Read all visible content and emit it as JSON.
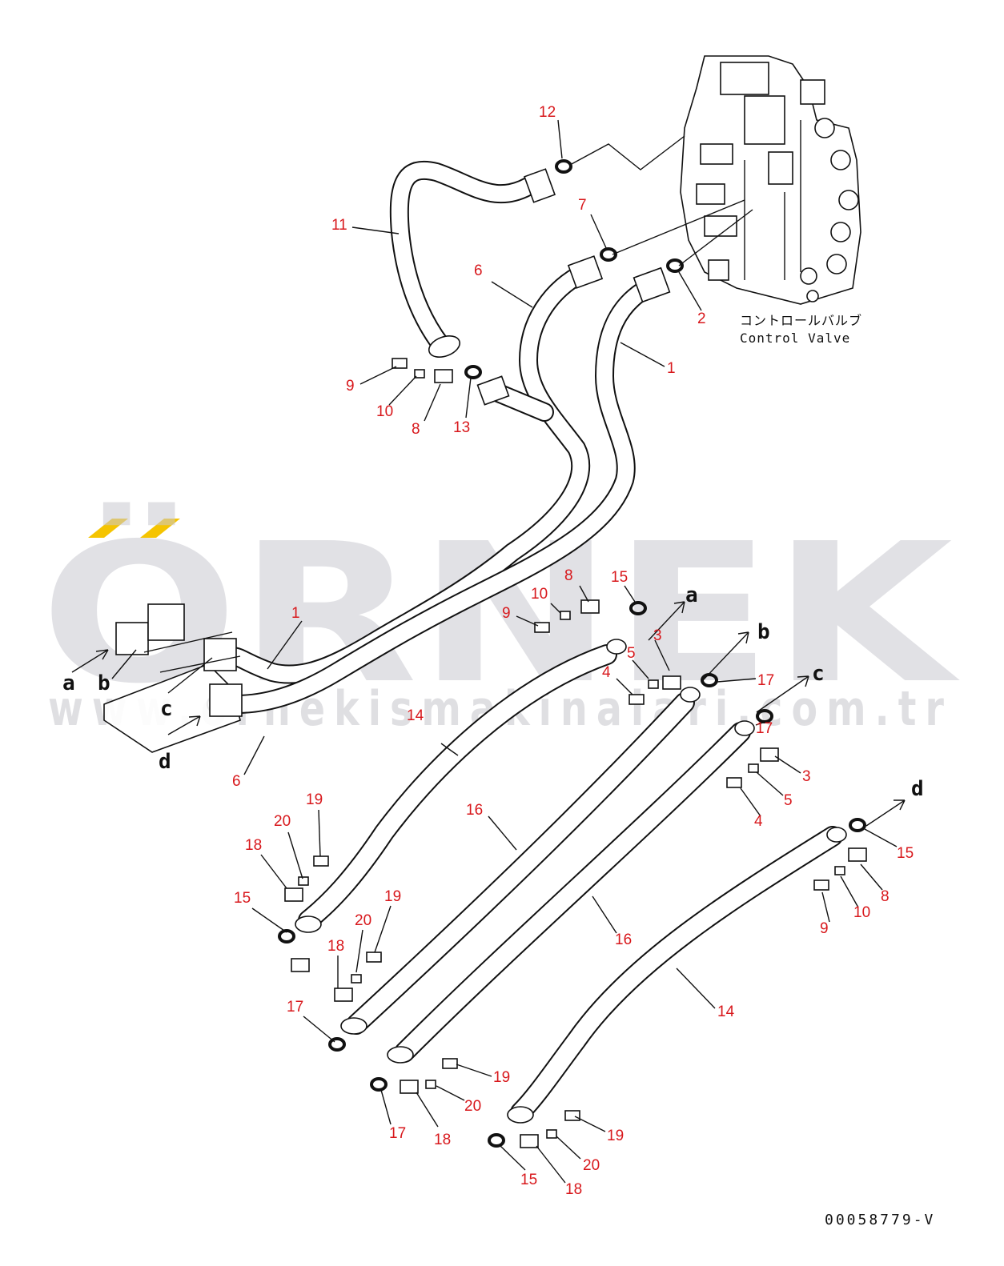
{
  "watermark": {
    "brand": "ÖRNEK",
    "url": "www.ornekismakinalari.com.tr",
    "accent_color": "#f5c400"
  },
  "component_label": {
    "japanese": "コントロールバルブ",
    "english": "Control Valve"
  },
  "document_number": "00058779-V",
  "port_labels": [
    "a",
    "b",
    "c",
    "d"
  ],
  "callouts": [
    "1",
    "2",
    "3",
    "4",
    "5",
    "6",
    "7",
    "8",
    "9",
    "10",
    "11",
    "12",
    "13",
    "14",
    "15",
    "16",
    "17",
    "18",
    "19",
    "20"
  ],
  "colors": {
    "callout": "#d8181c",
    "linework": "#111111",
    "watermark": "#c9c9cf"
  }
}
